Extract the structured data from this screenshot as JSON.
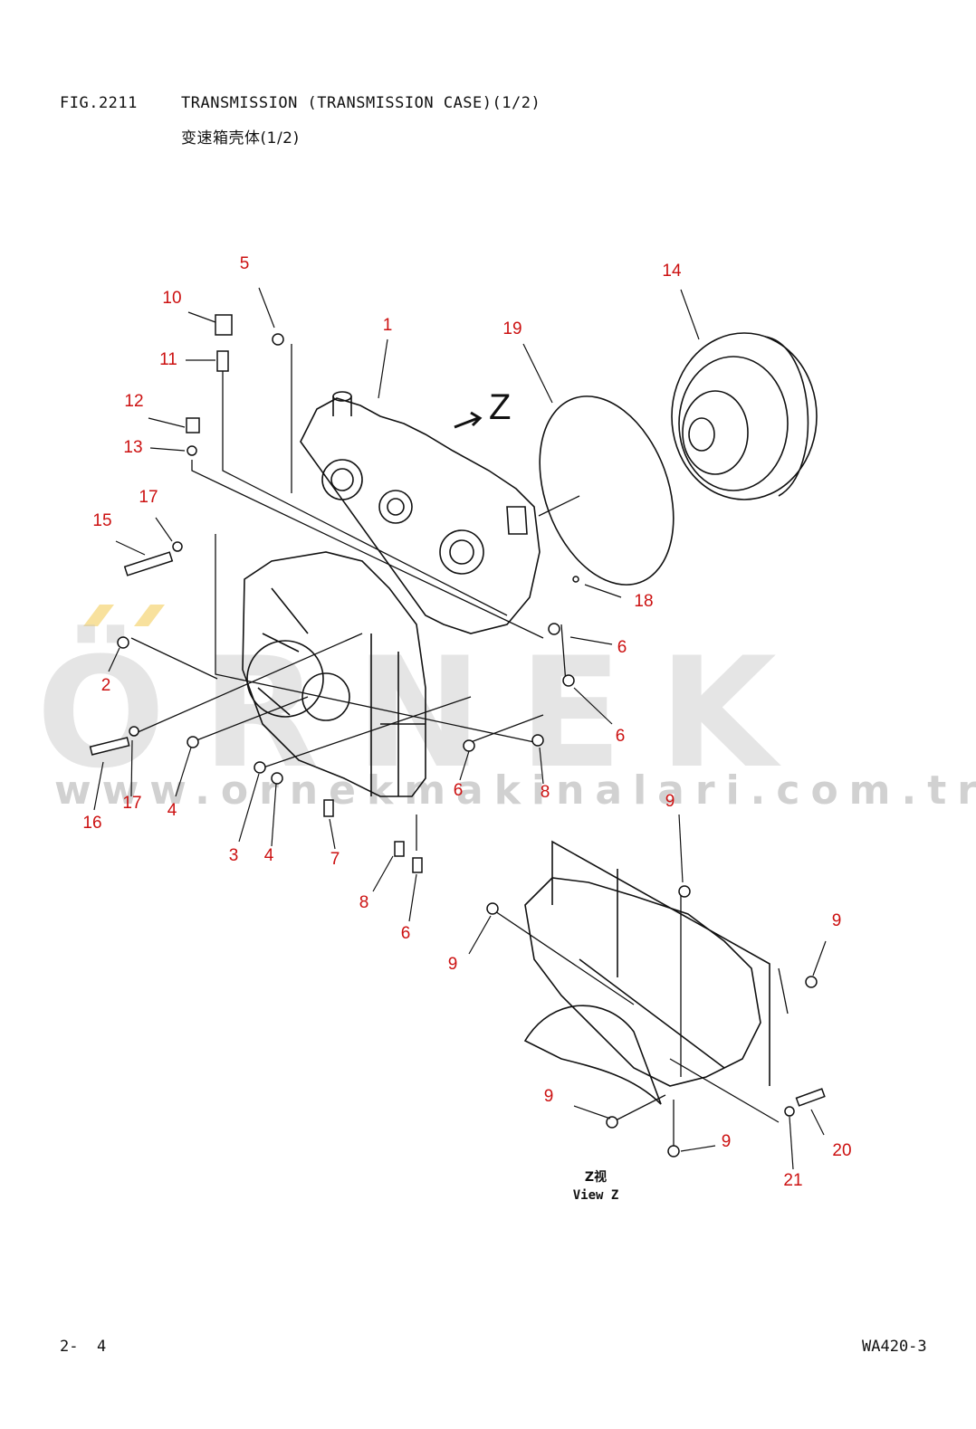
{
  "header": {
    "fig_number": "FIG.2211",
    "title": "TRANSMISSION (TRANSMISSION CASE)(1/2)",
    "subtitle_cn": "变速箱壳体(1/2)"
  },
  "watermark": {
    "brand": "ÖRNEK",
    "url": "www.ornekmakinalari.com.tr",
    "brand_color": "#f2c94c"
  },
  "callouts": [
    "1",
    "2",
    "3",
    "4",
    "4",
    "5",
    "6",
    "6",
    "6",
    "6",
    "7",
    "8",
    "8",
    "9",
    "9",
    "9",
    "9",
    "9",
    "10",
    "11",
    "12",
    "13",
    "14",
    "15",
    "16",
    "17",
    "17",
    "18",
    "19",
    "20",
    "21"
  ],
  "callout_color": "#cc1111",
  "view": {
    "marker": "Z",
    "label_cn": "Z视",
    "label_en": "View Z"
  },
  "footer": {
    "page": "2-  4",
    "model": "WA420-3"
  }
}
